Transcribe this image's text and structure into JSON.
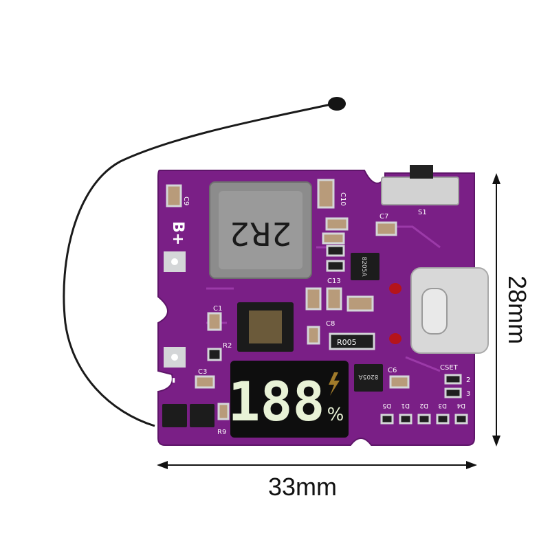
{
  "dimensions": {
    "width_label": "33mm",
    "height_label": "28mm"
  },
  "board": {
    "inductor_marking": "2R2",
    "display_digits": "188",
    "display_percent": "%",
    "labels": {
      "c9": "C9",
      "b_plus": "B+",
      "minus": "-",
      "c10": "C10",
      "c7": "C7",
      "s1": "S1",
      "c13": "C13",
      "c1": "C1",
      "c3": "C3",
      "r2": "R2",
      "r9": "R9",
      "c6": "C6",
      "c8": "C8",
      "r005": "R005",
      "cset": "CSET",
      "cset_2": "2",
      "cset_3": "3",
      "d1": "D1",
      "d2": "D2",
      "d3": "D3",
      "d4": "D4",
      "d5": "D5",
      "chip_top": "8205A",
      "chip_bottom": "8205A"
    }
  },
  "colors": {
    "pcb": "#7a1f86",
    "pcb_edge": "#5e1569",
    "inductor": "#8c8c8c",
    "display_bg": "#0e0e0e",
    "segment": "#e8f2d6",
    "usb_metal": "#d8d8d8",
    "pad": "#d4d6d8",
    "led": "#b5141a",
    "wire": "#1a1a1a"
  }
}
